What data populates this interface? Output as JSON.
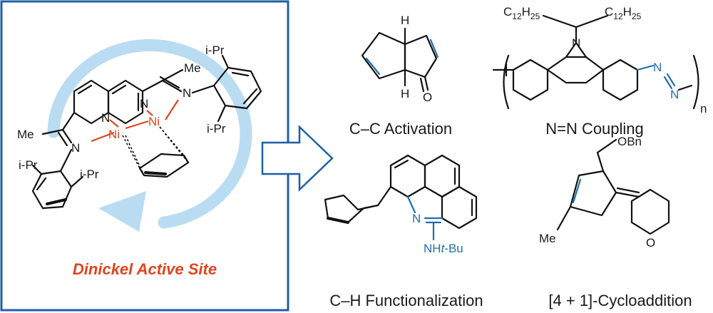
{
  "left_panel": {
    "title": "Dinickel Active Site",
    "title_color": "#e0451c",
    "frame_color": "#1f5fa6",
    "cycle_arrow_color": "#b9dcf2",
    "atoms": {
      "ni_upper": "Ni",
      "ni_lower": "Ni",
      "n1": "N",
      "n2": "N",
      "n3": "N",
      "n4": "N",
      "me_top": "Me",
      "me_left": "Me",
      "ipr_1": "i-Pr",
      "ipr_2": "i-Pr",
      "ipr_3": "i-Pr",
      "ipr_4": "i-Pr"
    }
  },
  "arrow": {
    "color": "#1f5fa6"
  },
  "products": [
    {
      "id": "cc",
      "caption": "C–C Activation",
      "atoms": {
        "h_top": "H",
        "h_bottom": "H",
        "o": "O"
      }
    },
    {
      "id": "nn",
      "caption": "N=N Coupling",
      "atoms": {
        "n_carbazole": "N",
        "n_azo_1": "N",
        "n_azo_2": "N",
        "c12_left": "C",
        "c12_left_sub": "12",
        "h25_left": "H",
        "h25_left_sub": "25",
        "c12_right": "C",
        "c12_right_sub": "12",
        "h25_right": "H",
        "h25_right_sub": "25",
        "n_repeat": "n"
      }
    },
    {
      "id": "ch",
      "caption": "C–H Functionalization",
      "atoms": {
        "n_ring": "N",
        "nh": "NH",
        "tbu": "t",
        "tbu_rest": "-Bu"
      }
    },
    {
      "id": "cyclo",
      "caption": "[4 + 1]-Cycloaddition",
      "atoms": {
        "obn": "OBn",
        "me": "Me",
        "o_ring": "O"
      }
    }
  ],
  "colors": {
    "highlight_blue": "#1f6fb0",
    "nickel": "#e0451c"
  }
}
